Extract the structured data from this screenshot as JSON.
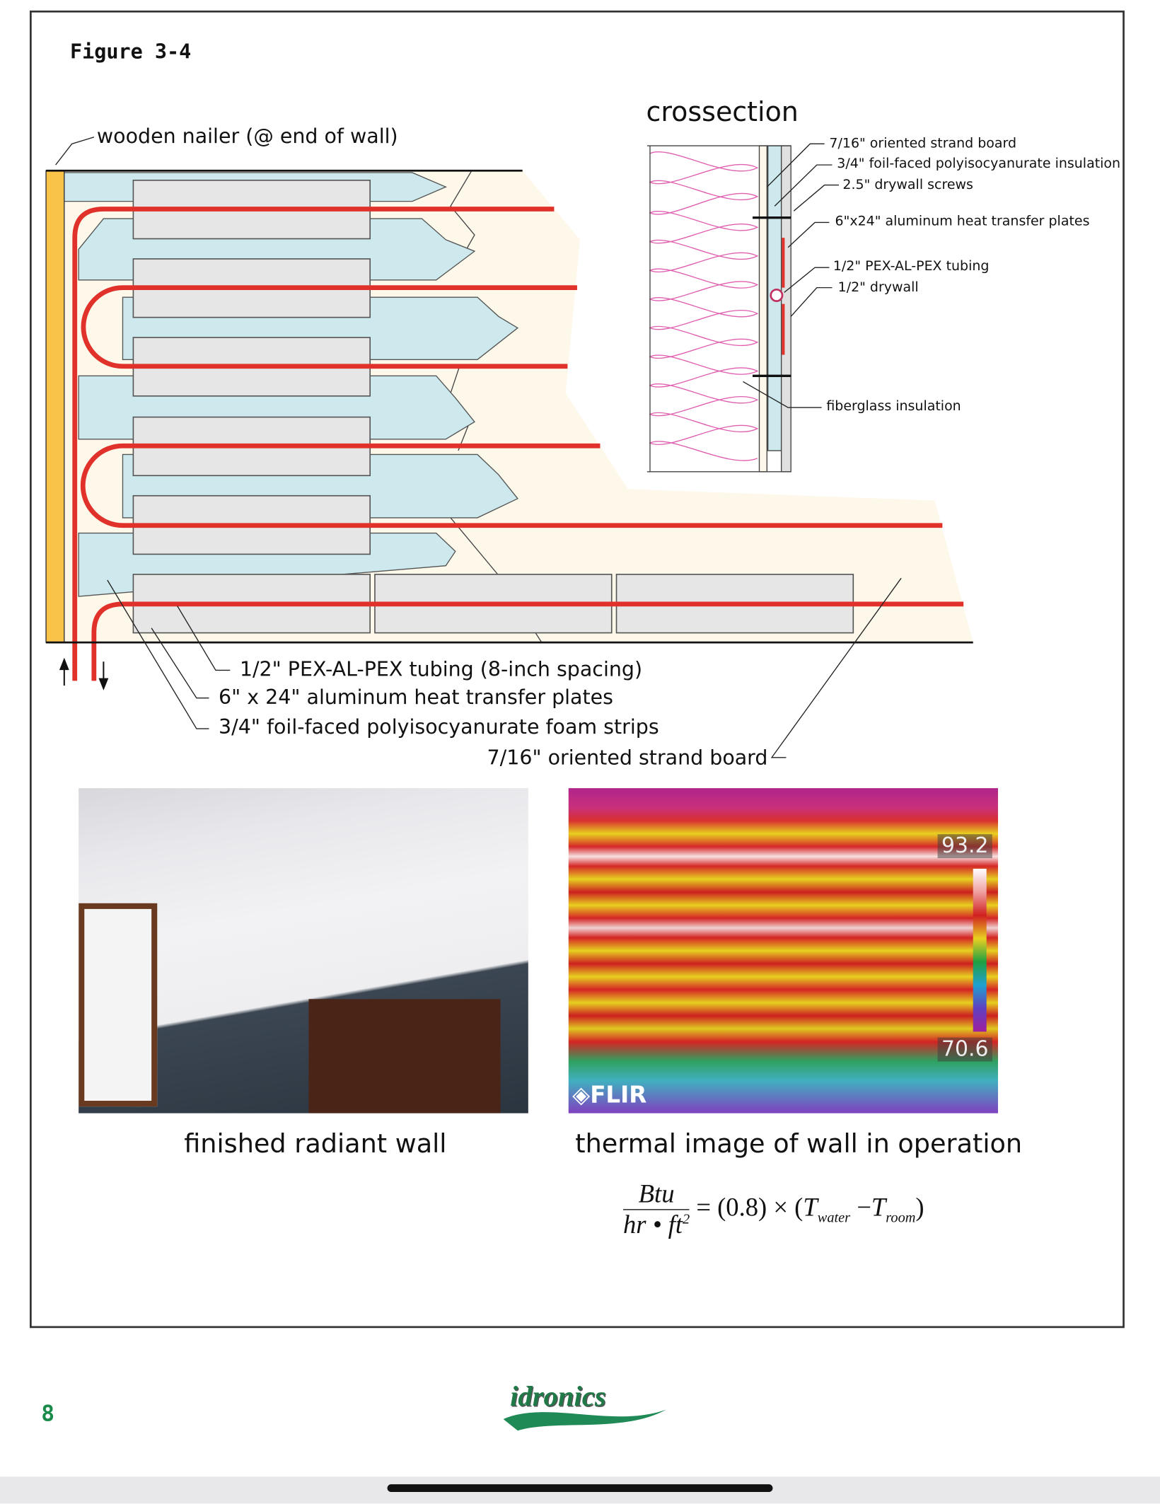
{
  "figure_title": "Figure 3-4",
  "diagram": {
    "nailer_label": "wooden nailer (@ end of wall)",
    "pex_label": "1/2\" PEX-AL-PEX tubing (8-inch spacing)",
    "plates_label": "6\" x 24\" aluminum heat transfer plates",
    "foam_label": "3/4\" foil-faced polyisocyanurate foam strips",
    "osb_label": "7/16\" oriented strand board"
  },
  "crossection": {
    "title": "crossection",
    "labels": [
      "7/16\" oriented strand board",
      "3/4\" foil-faced polyisocyanurate insulation",
      "2.5\" drywall screws",
      "6\"x24\" aluminum heat transfer plates",
      "1/2\" PEX-AL-PEX tubing",
      "1/2\" drywall",
      "fiberglass insulation"
    ]
  },
  "photos": {
    "room_caption": "finished radiant wall",
    "thermal_caption": "thermal image of wall in operation",
    "thermal_max": "93.2",
    "thermal_min": "70.6",
    "thermal_brand": "FLIR"
  },
  "formula": {
    "numerator": "Btu",
    "denominator": "hr • ft",
    "den_exp": "2",
    "coefficient": "(0.8)",
    "times": "×",
    "t": "T",
    "water": "water",
    "minus": "−",
    "room": "room"
  },
  "footer": {
    "page_number": "8",
    "logo_text": "idronics"
  },
  "colors": {
    "tube": "#e0312a",
    "foam": "#cde9ee",
    "nailer": "#f9c34a",
    "osb": "#fdf8ea",
    "brand": "#1a8a4a"
  }
}
